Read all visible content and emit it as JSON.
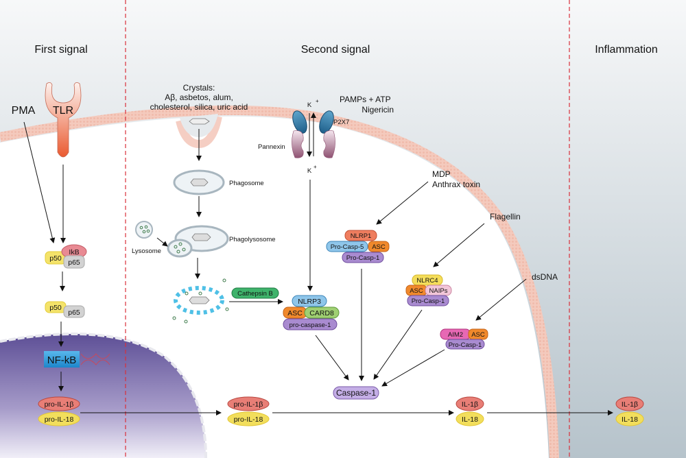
{
  "sections": {
    "first": "First signal",
    "second": "Second signal",
    "third": "Inflammation"
  },
  "first_signal": {
    "pma": "PMA",
    "tlr": "TLR",
    "complex1": {
      "p50": "p50",
      "ikb": "IkB",
      "p65": "p65"
    },
    "complex2": {
      "p50": "p50",
      "p65": "p65"
    },
    "nfkb": "NF-kB",
    "pro_il1b": "pro-IL-1β",
    "pro_il18": "pro-IL-18"
  },
  "second_signal": {
    "crystals_title": "Crystals:",
    "crystals_line1": "Aβ, asbetos, alum,",
    "crystals_line2": "cholesterol, silica, uric acid",
    "phagosome": "Phagosome",
    "phagolysosome": "Phagolysosome",
    "lysosome": "Lysosome",
    "cathepsin": "Cathepsin B",
    "k_plus_top": "K",
    "k_plus_bottom": "K",
    "plus": "+",
    "pannexin": "Pannexin",
    "p2x7": "P2X7",
    "pamps": "PAMPs + ATP",
    "nigericin": "Nigericin",
    "mdp": "MDP",
    "anthrax": "Anthrax toxin",
    "flagellin": "Flagellin",
    "dsdna": "dsDNA",
    "nlrp3": {
      "nlrp3": "NLRP3",
      "asc": "ASC",
      "card8": "CARD8",
      "procasp": "pro-caspase-1"
    },
    "nlrp1": {
      "nlrp1": "NLRP1",
      "casp5": "Pro-Casp-5",
      "asc": "ASC",
      "casp1": "Pro-Casp-1"
    },
    "nlrc4": {
      "nlrc4": "NLRC4",
      "asc": "ASC",
      "naips": "NAIPs",
      "casp1": "Pro-Casp-1"
    },
    "aim2": {
      "aim2": "AIM2",
      "asc": "ASC",
      "casp1": "Pro-Casp-1"
    },
    "caspase1": "Caspase-1",
    "pro_il1b": "pro-IL-1β",
    "pro_il18": "pro-IL-18",
    "il1b": "IL-1β",
    "il18": "IL-18"
  },
  "inflammation": {
    "il1b": "IL-1β",
    "il18": "IL-18"
  },
  "colors": {
    "divider": "#d9303a",
    "membrane": "#f3c2b4",
    "nucleus": "#5b4d95",
    "asc": "#f0892c",
    "casp1": "#a98bd0",
    "nlrp3": "#8fc6ea",
    "card8": "#9fcf72",
    "il1b": "#e0625a",
    "il18": "#f2dc55"
  }
}
